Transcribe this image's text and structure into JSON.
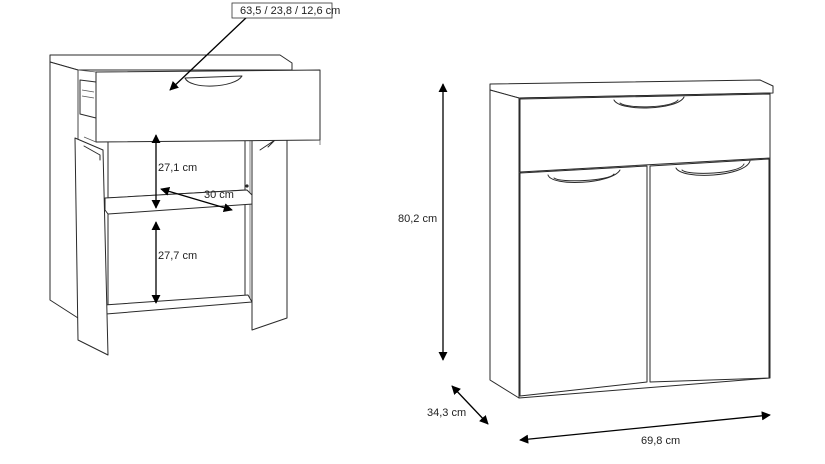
{
  "labels": {
    "drawer_dims": "63,5 / 23,8 / 12,6 cm",
    "upper_compartment_height": "27,1 cm",
    "shelf_depth": "30 cm",
    "lower_compartment_height": "27,7 cm",
    "total_height": "80,2 cm",
    "total_depth": "34,3 cm",
    "total_width": "69,8 cm"
  },
  "colors": {
    "line": "#2a2a2a",
    "background": "#ffffff"
  }
}
